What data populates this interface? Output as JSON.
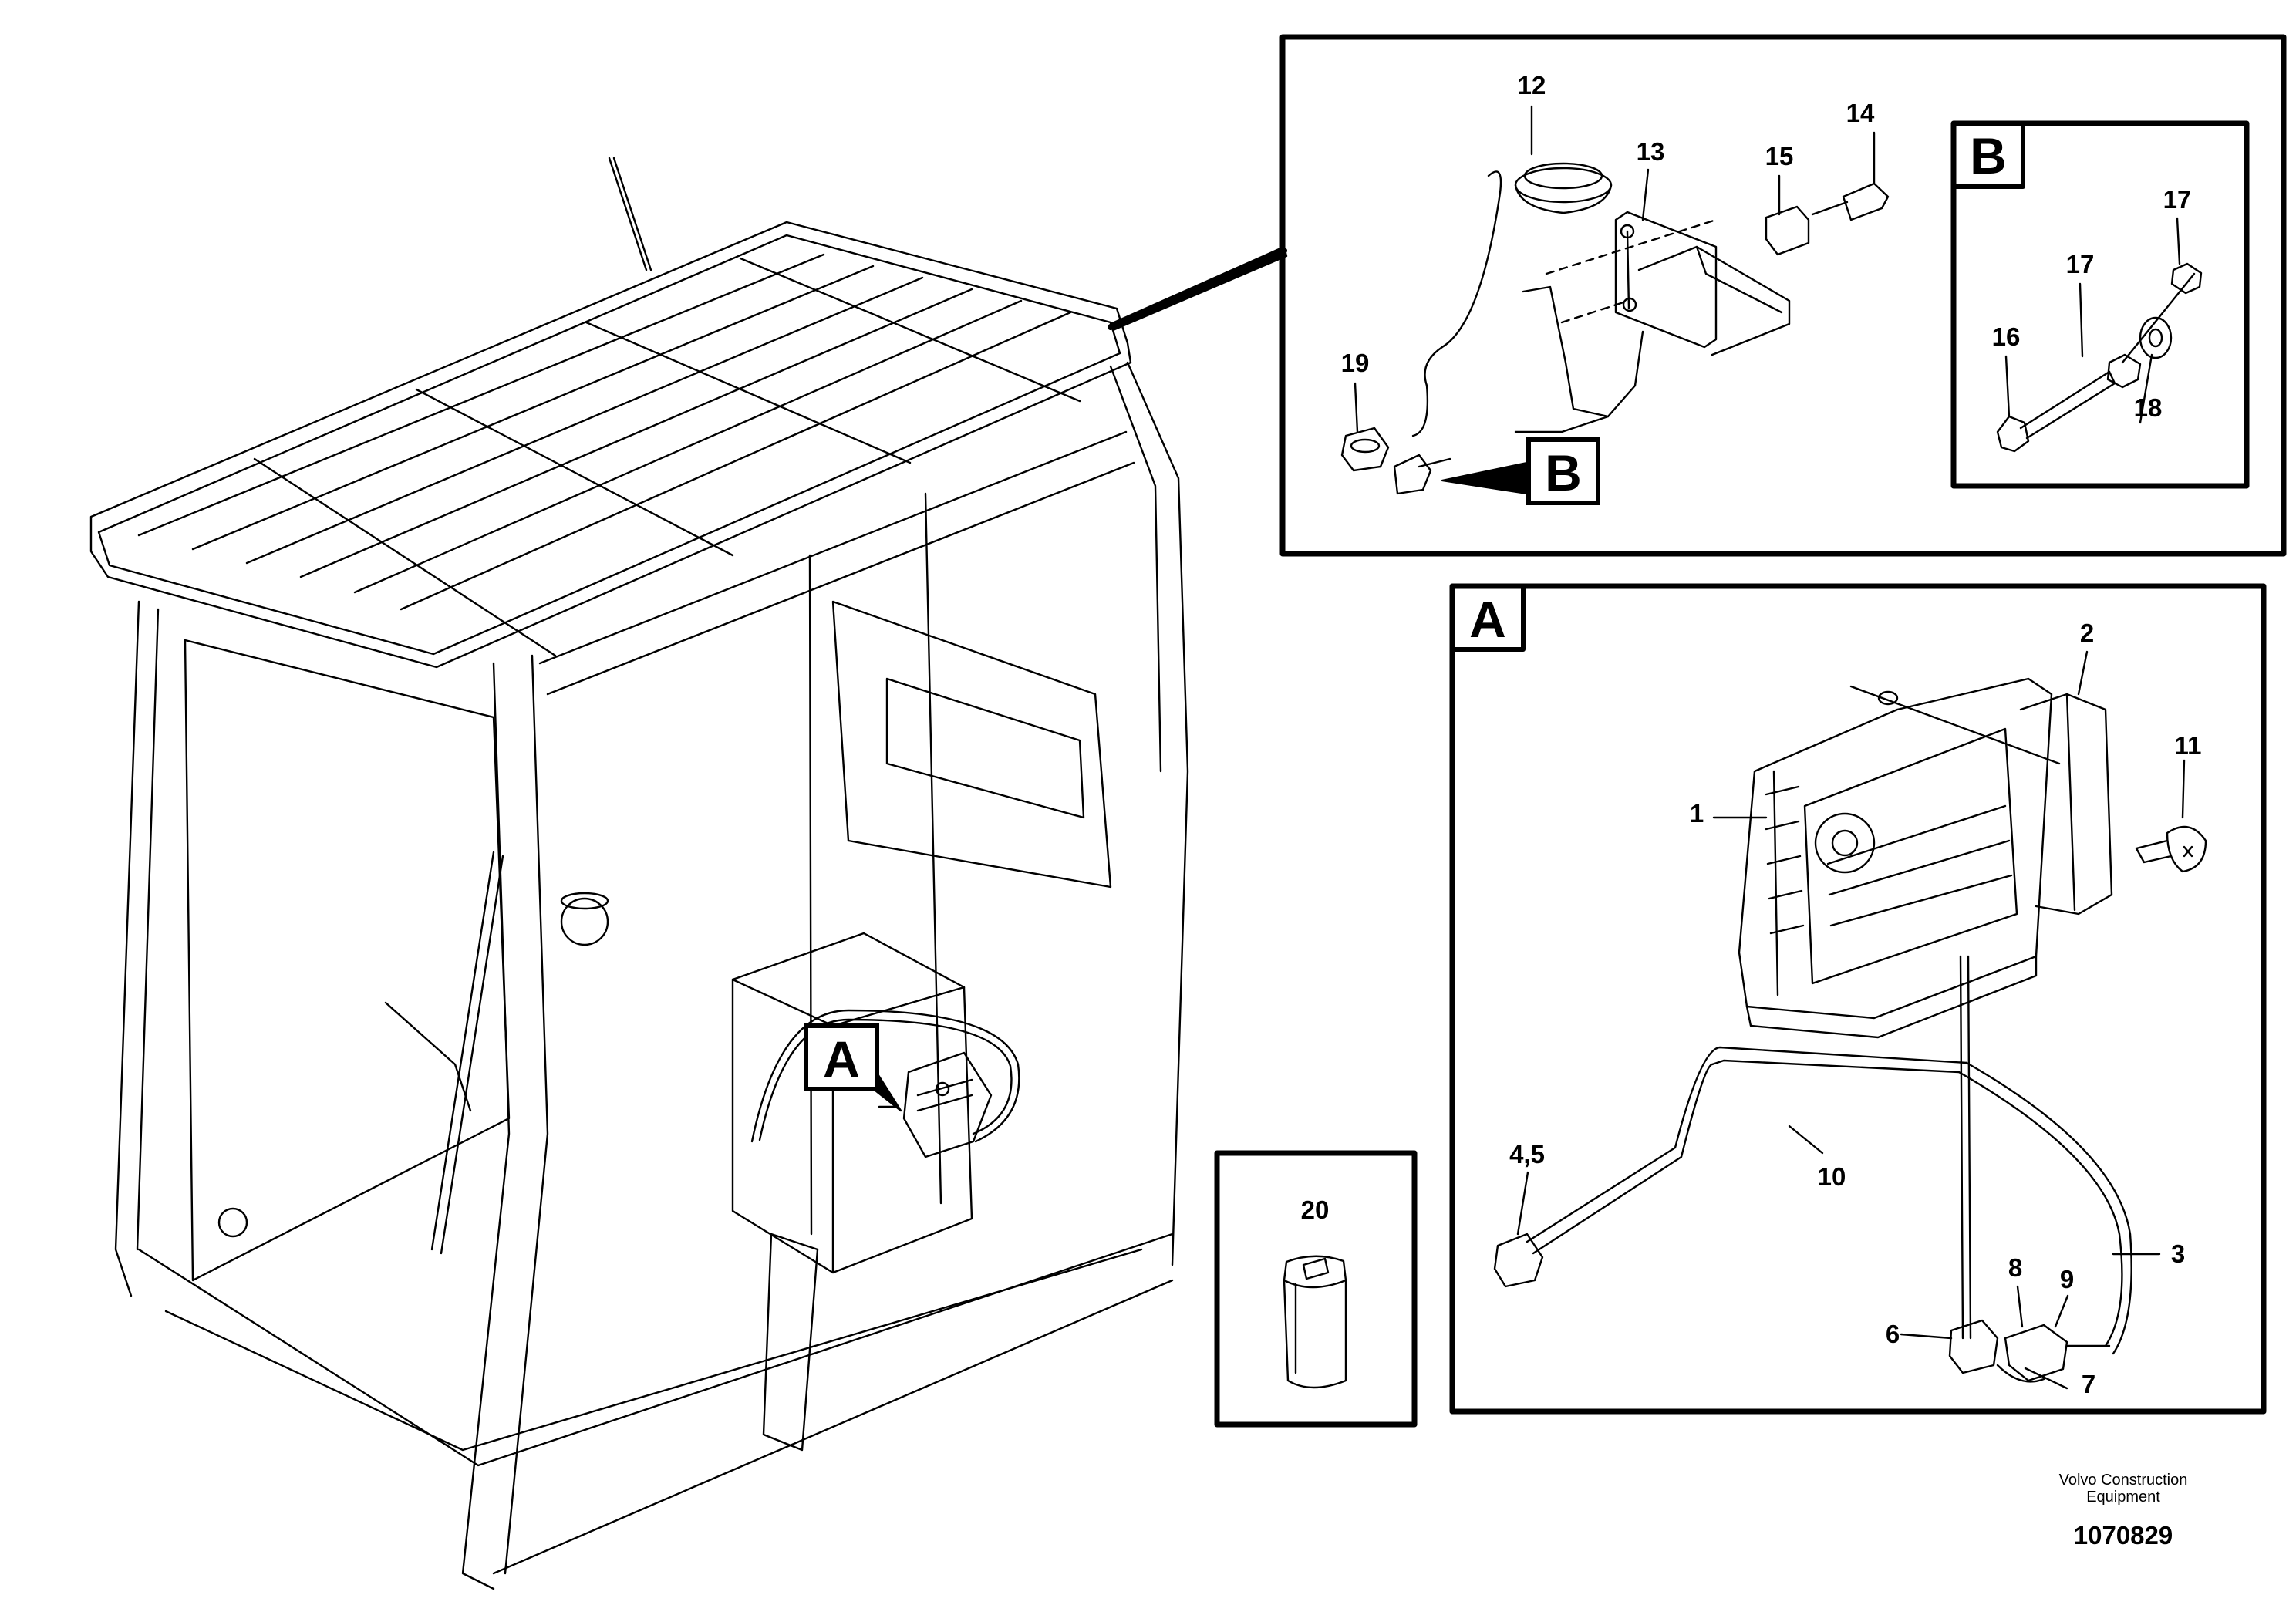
{
  "callouts": {
    "n1": "1",
    "n2": "2",
    "n3": "3",
    "n45": "4,5",
    "n6": "6",
    "n7": "7",
    "n8": "8",
    "n9": "9",
    "n10": "10",
    "n11": "11",
    "n12": "12",
    "n13": "13",
    "n14": "14",
    "n15": "15",
    "n16": "16",
    "n17a": "17",
    "n17b": "17",
    "n18": "18",
    "n19": "19",
    "n20": "20"
  },
  "labels": {
    "detail_a": "A",
    "detail_b": "B",
    "ref_a": "A",
    "ref_b": "B"
  },
  "credit": {
    "line1": "Volvo Construction",
    "line2": "Equipment",
    "number": "1070829"
  }
}
